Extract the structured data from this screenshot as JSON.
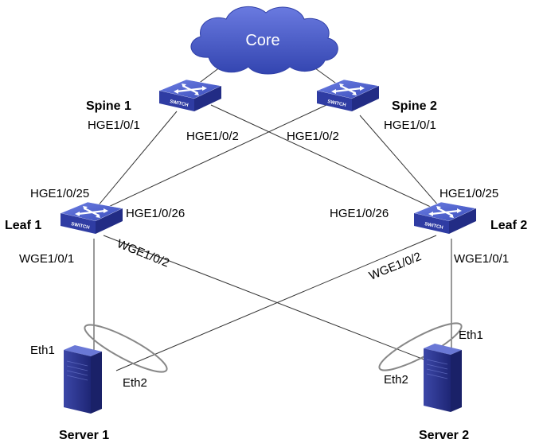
{
  "core": {
    "label": "Core"
  },
  "switch_badge": "SWITCH",
  "spine1": {
    "name": "Spine 1",
    "port_down": "HGE1/0/1",
    "port_cross": "HGE1/0/2"
  },
  "spine2": {
    "name": "Spine 2",
    "port_down": "HGE1/0/1",
    "port_cross": "HGE1/0/2"
  },
  "leaf1": {
    "name": "Leaf 1",
    "port_up": "HGE1/0/25",
    "port_cross": "HGE1/0/26",
    "port_down": "WGE1/0/1",
    "port_cross_down": "WGE1/0/2"
  },
  "leaf2": {
    "name": "Leaf 2",
    "port_up": "HGE1/0/25",
    "port_cross": "HGE1/0/26",
    "port_down": "WGE1/0/1",
    "port_cross_down": "WGE1/0/2"
  },
  "server1": {
    "name": "Server 1",
    "eth1": "Eth1",
    "eth2": "Eth2"
  },
  "server2": {
    "name": "Server 2",
    "eth1": "Eth1",
    "eth2": "Eth2"
  },
  "colors": {
    "cloud": "#4a5cc4",
    "switch_top": "#4c5fc8",
    "switch_side": "#2a3594",
    "server": "#2b358f",
    "line": "#333333"
  }
}
